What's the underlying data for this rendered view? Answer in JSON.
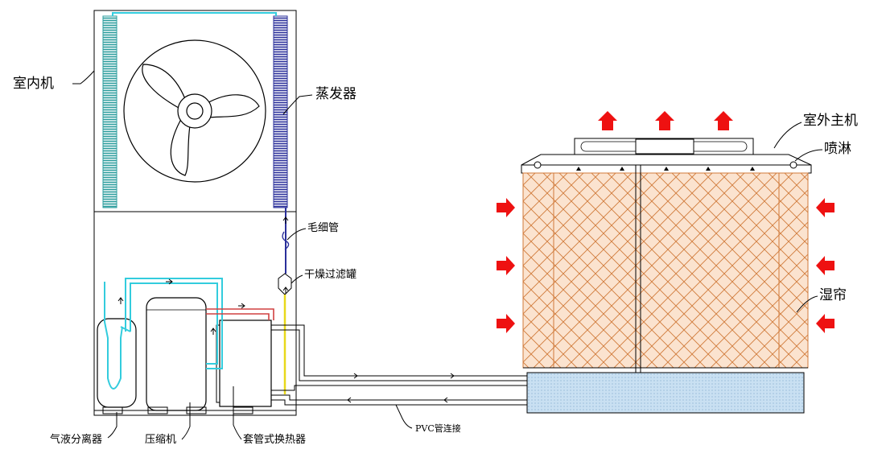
{
  "labels": {
    "indoor_unit": "室内机",
    "evaporator": "蒸发器",
    "capillary": "毛细管",
    "drier_filter": "干燥过滤罐",
    "gas_liquid_separator": "气液分离器",
    "compressor": "压缩机",
    "tube_in_tube_exchanger": "套管式换热器",
    "pvc_connection": "PVC管连接",
    "outdoor_main_unit": "室外主机",
    "spray": "喷淋",
    "wet_curtain": "湿帘"
  },
  "colors": {
    "line": "#000000",
    "refrigerant_cyan": "#33ccdd",
    "evaporator_coil": "#2a2f9a",
    "condenser_coil": "#2a9c9c",
    "hot_gas_red": "#d04040",
    "liquid_yellow": "#e8d81a",
    "curtain_fill": "#fbe3cf",
    "curtain_mesh": "#d07a3a",
    "water": "#b9d6ee",
    "airflow_arrow": "#ee1111"
  }
}
